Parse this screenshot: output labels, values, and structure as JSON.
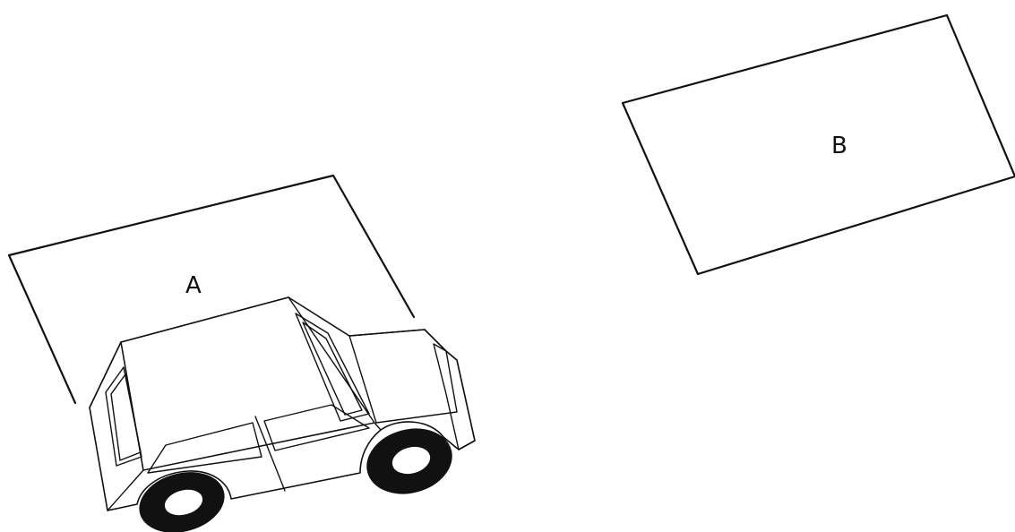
{
  "diagram": {
    "regions": [
      {
        "id": "A",
        "label": "A"
      },
      {
        "id": "B",
        "label": "B"
      }
    ],
    "vehicle": {
      "type": "car",
      "icon": "car-icon",
      "location": "region-A"
    }
  }
}
